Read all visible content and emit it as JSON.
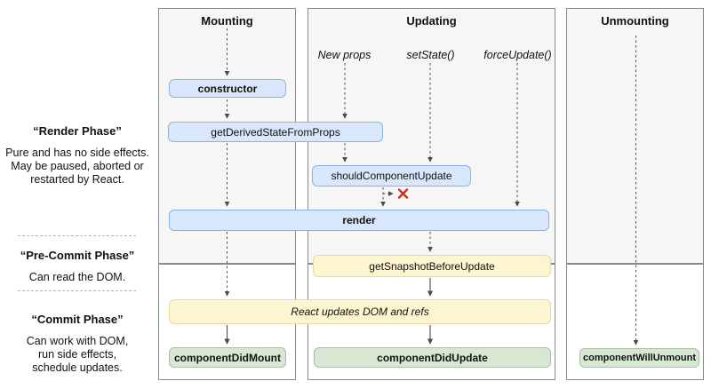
{
  "columns": {
    "mounting": {
      "title": "Mounting"
    },
    "updating": {
      "title": "Updating"
    },
    "unmounting": {
      "title": "Unmounting"
    }
  },
  "triggers": {
    "new_props": {
      "label": "New props"
    },
    "set_state": {
      "label": "setState()"
    },
    "force_update": {
      "label": "forceUpdate()"
    }
  },
  "phases": {
    "render": {
      "title": "“Render Phase”",
      "lines": [
        "Pure and has no side effects.",
        "May be paused, aborted or",
        "restarted by React."
      ]
    },
    "pre_commit": {
      "title": "“Pre-Commit Phase”",
      "lines": [
        "Can read the DOM."
      ]
    },
    "commit": {
      "title": "“Commit Phase”",
      "lines": [
        "Can work with DOM,",
        "run side effects,",
        "schedule updates."
      ]
    }
  },
  "nodes": {
    "constructor": {
      "label": "constructor"
    },
    "get_derived_state": {
      "label": "getDerivedStateFromProps"
    },
    "should_component_update": {
      "label": "shouldComponentUpdate"
    },
    "render": {
      "label": "render"
    },
    "get_snapshot": {
      "label": "getSnapshotBeforeUpdate"
    },
    "react_updates_dom": {
      "label": "React updates DOM and refs"
    },
    "component_did_mount": {
      "label": "componentDidMount"
    },
    "component_did_update": {
      "label": "componentDidUpdate"
    },
    "component_will_unmount": {
      "label": "componentWillUnmount"
    }
  },
  "colors": {
    "blue_fill": "#d8e7fb",
    "blue_border": "#8ab3ea",
    "yellow_fill": "#fdf4d0",
    "yellow_border": "#e9d8a4",
    "green_fill": "#d7e8d2",
    "green_border": "#a9c0a1",
    "panel_bg": "#f6f6f6",
    "panel_border": "#8a8a8a",
    "arrow": "#4a4a4a",
    "stop_x": "#cc2f26"
  }
}
